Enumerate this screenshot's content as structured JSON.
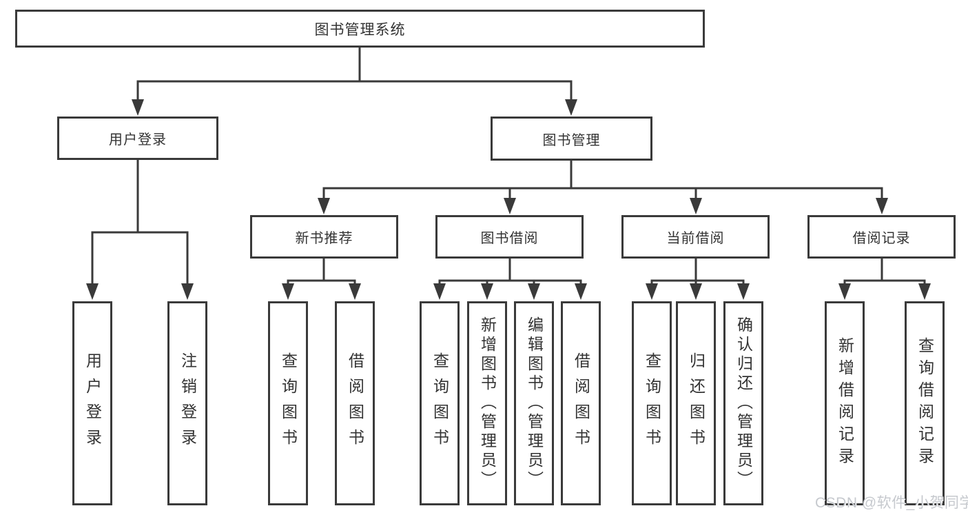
{
  "diagram_type": "hierarchy-tree",
  "tree": {
    "root": {
      "label": "图书管理系统"
    },
    "children": [
      {
        "label": "用户登录",
        "leaves": [
          {
            "label": "用户登录"
          },
          {
            "label": "注销登录"
          }
        ]
      },
      {
        "label": "图书管理",
        "children": [
          {
            "label": "新书推荐",
            "leaves": [
              {
                "label": "查询图书"
              },
              {
                "label": "借阅图书"
              }
            ]
          },
          {
            "label": "图书借阅",
            "leaves": [
              {
                "label": "查询图书"
              },
              {
                "label": "新增图书（管理员）"
              },
              {
                "label": "编辑图书（管理员）"
              },
              {
                "label": "借阅图书"
              }
            ]
          },
          {
            "label": "当前借阅",
            "leaves": [
              {
                "label": "查询图书"
              },
              {
                "label": "归还图书"
              },
              {
                "label": "确认归还（管理员）"
              }
            ]
          },
          {
            "label": "借阅记录",
            "leaves": [
              {
                "label": "新增借阅记录"
              },
              {
                "label": "查询借阅记录"
              }
            ]
          }
        ]
      }
    ]
  },
  "watermark": {
    "text": "CSDN @软件_小贺同学"
  },
  "colors": {
    "line": "#3a3a3a",
    "text": "#333333",
    "box_background": "#ffffff",
    "watermark": "#c6c9ce"
  }
}
